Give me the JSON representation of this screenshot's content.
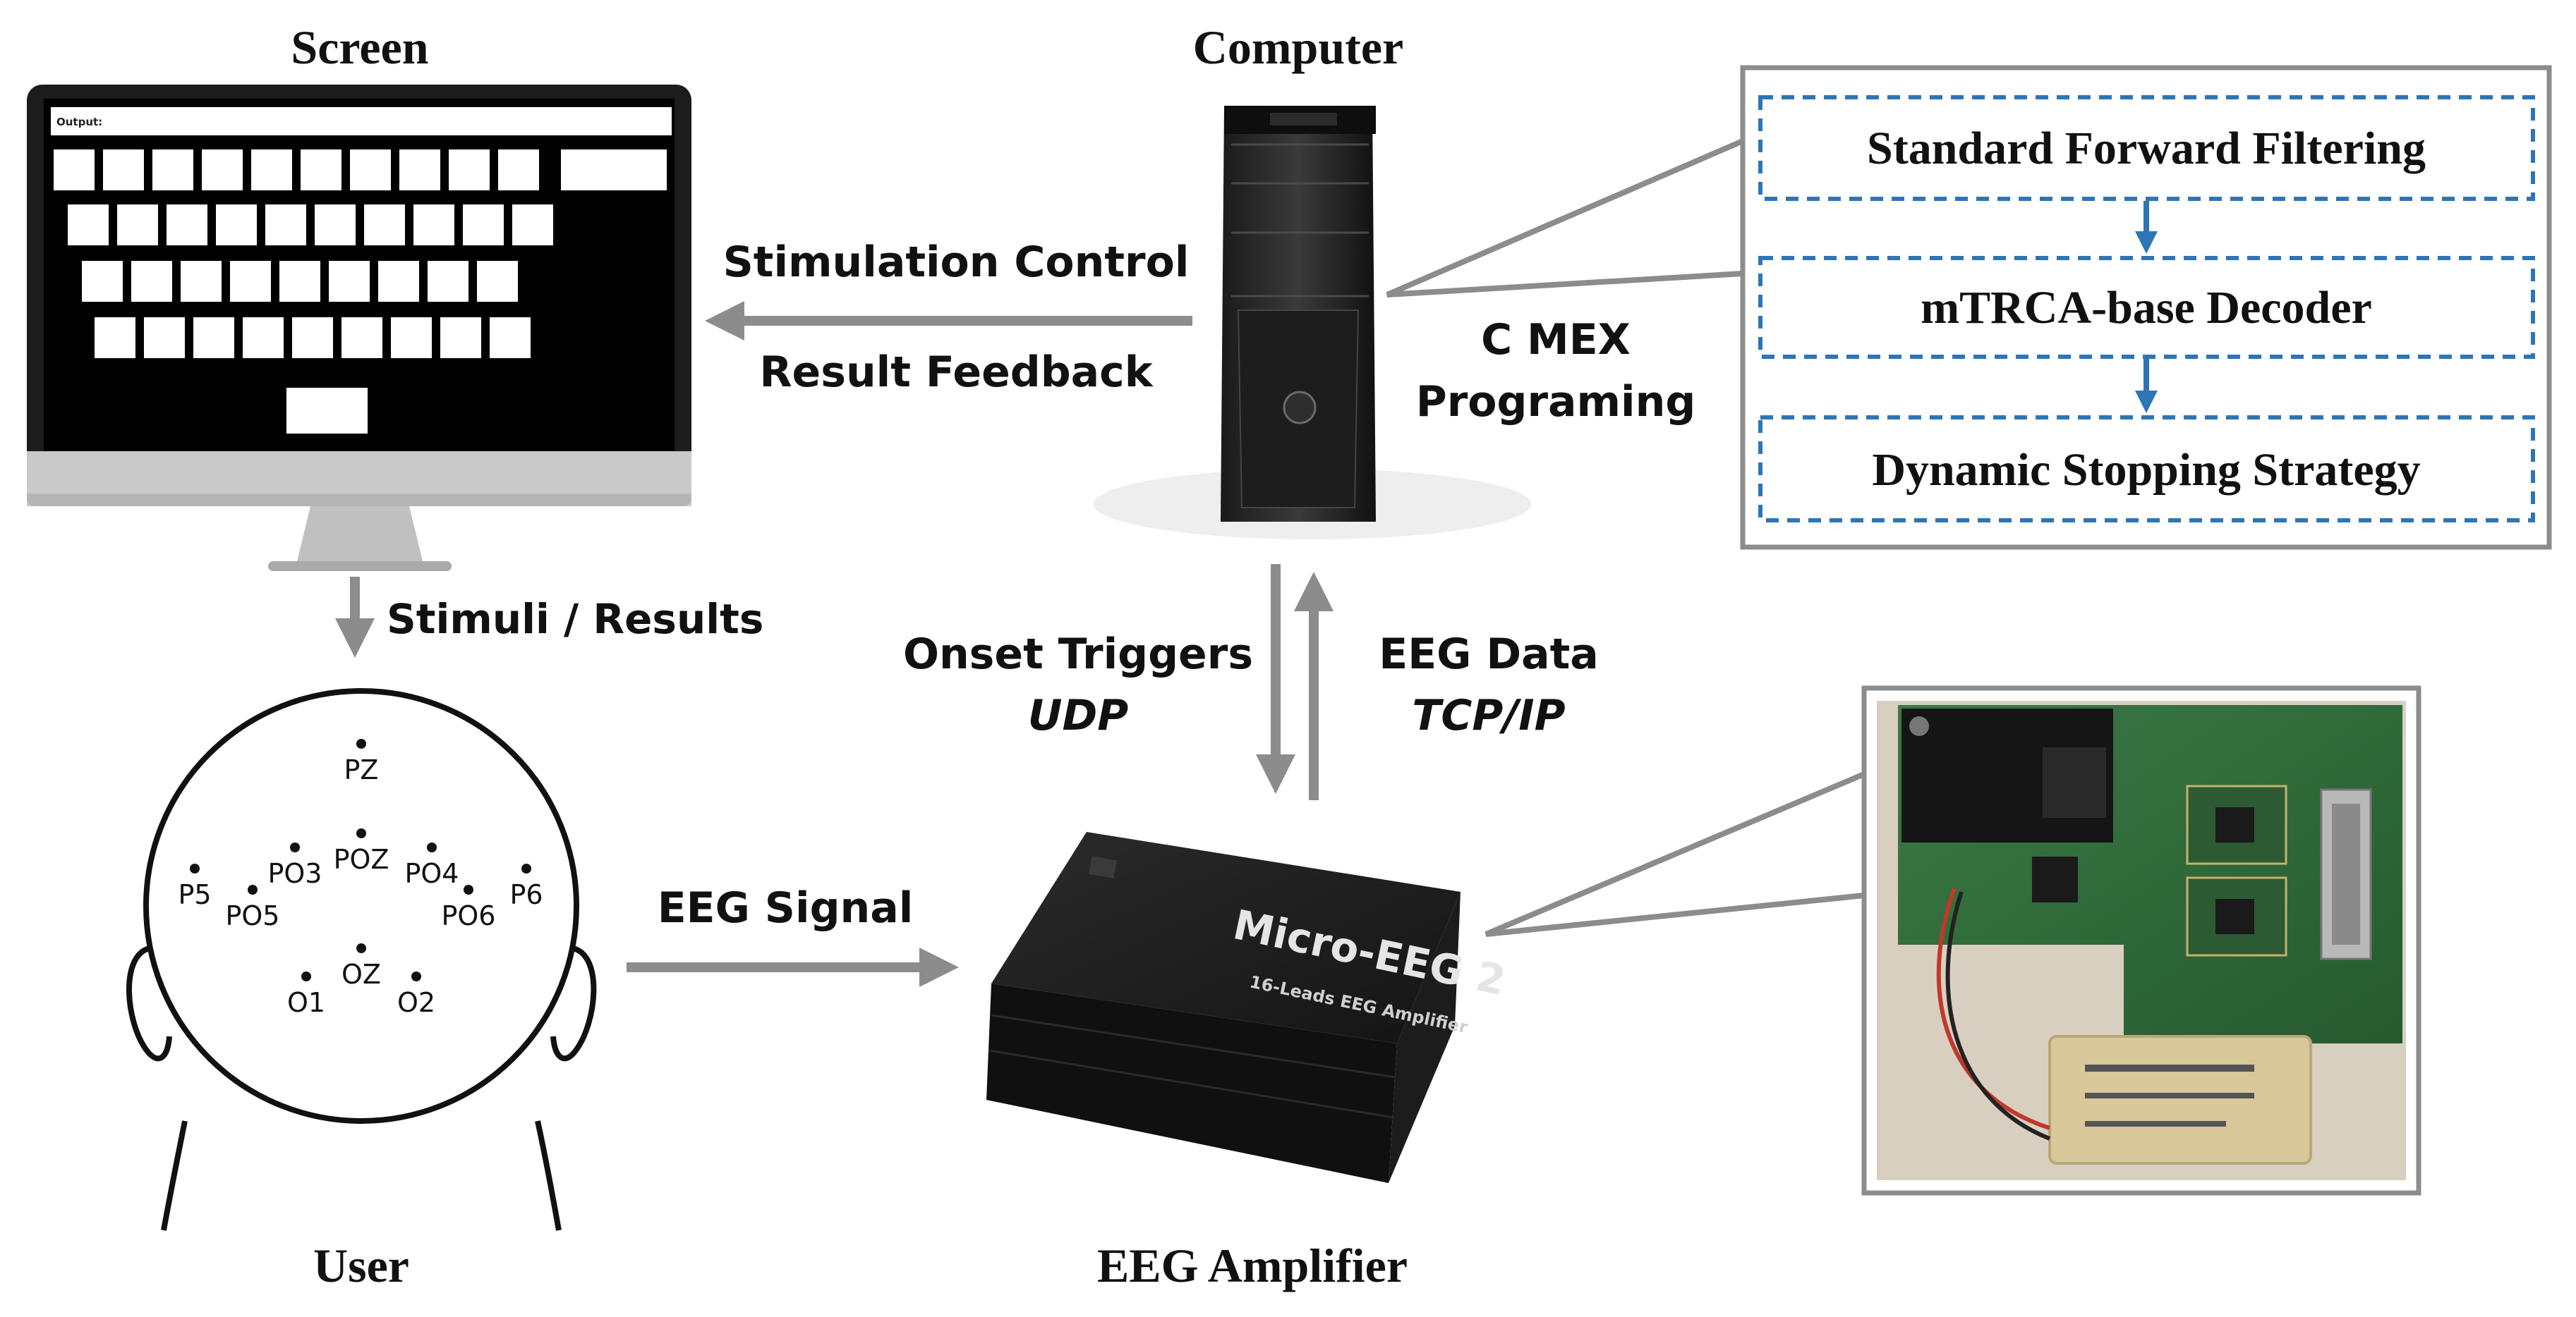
{
  "titles": {
    "screen": "Screen",
    "computer": "Computer",
    "user": "User",
    "amplifier": "EEG Amplifier"
  },
  "flow_labels": {
    "stimulation_control": "Stimulation Control",
    "result_feedback": "Result Feedback",
    "c_mex_line1": "C MEX",
    "c_mex_line2": "Programing",
    "stimuli_results": "Stimuli / Results",
    "onset_triggers": "Onset Triggers",
    "udp": "UDP",
    "eeg_data": "EEG Data",
    "tcp_ip": "TCP/IP",
    "eeg_signal": "EEG Signal"
  },
  "pipeline": {
    "steps": [
      "Standard Forward Filtering",
      "mTRCA-base Decoder",
      "Dynamic Stopping Strategy"
    ]
  },
  "speller": {
    "output_label": "Output:"
  },
  "electrodes": [
    "PZ",
    "PO3",
    "POZ",
    "PO4",
    "P5",
    "PO5",
    "PO6",
    "P6",
    "OZ",
    "O1",
    "O2"
  ],
  "amplifier_device": {
    "name": "Micro-EEG 2",
    "subtitle": "16-Leads EEG Amplifier"
  },
  "colors": {
    "arrow_gray": "#8c8c8c",
    "pipeline_border": "#2e75b6",
    "pipeline_arrow": "#2e75b6",
    "box_border": "#808080",
    "pcb_green": "#2f6b3a"
  }
}
